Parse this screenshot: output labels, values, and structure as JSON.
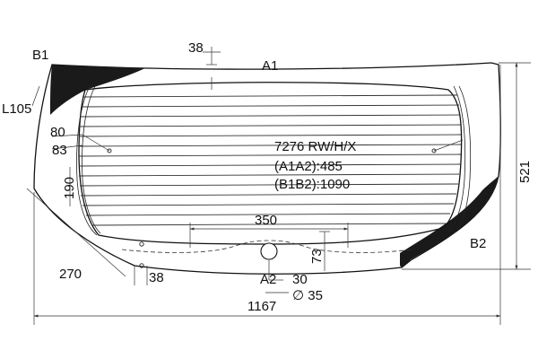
{
  "drawing": {
    "part_code": "7276 RW/H/X",
    "spec_a": "(A1A2):485",
    "spec_b": "(B1B2):1090",
    "point_labels": {
      "a1": "A1",
      "a2": "A2",
      "b1": "B1",
      "b2": "B2",
      "l105": "L105"
    },
    "dimensions": {
      "top_38": "38",
      "left_80": "80",
      "left_83": "83",
      "left_190": "190",
      "bottom_270": "270",
      "bottom_38": "38",
      "center_350": "350",
      "right_73": "73",
      "bottom_30": "30",
      "diameter_35": "∅ 35",
      "height_521": "521",
      "width_1167": "1167"
    }
  }
}
